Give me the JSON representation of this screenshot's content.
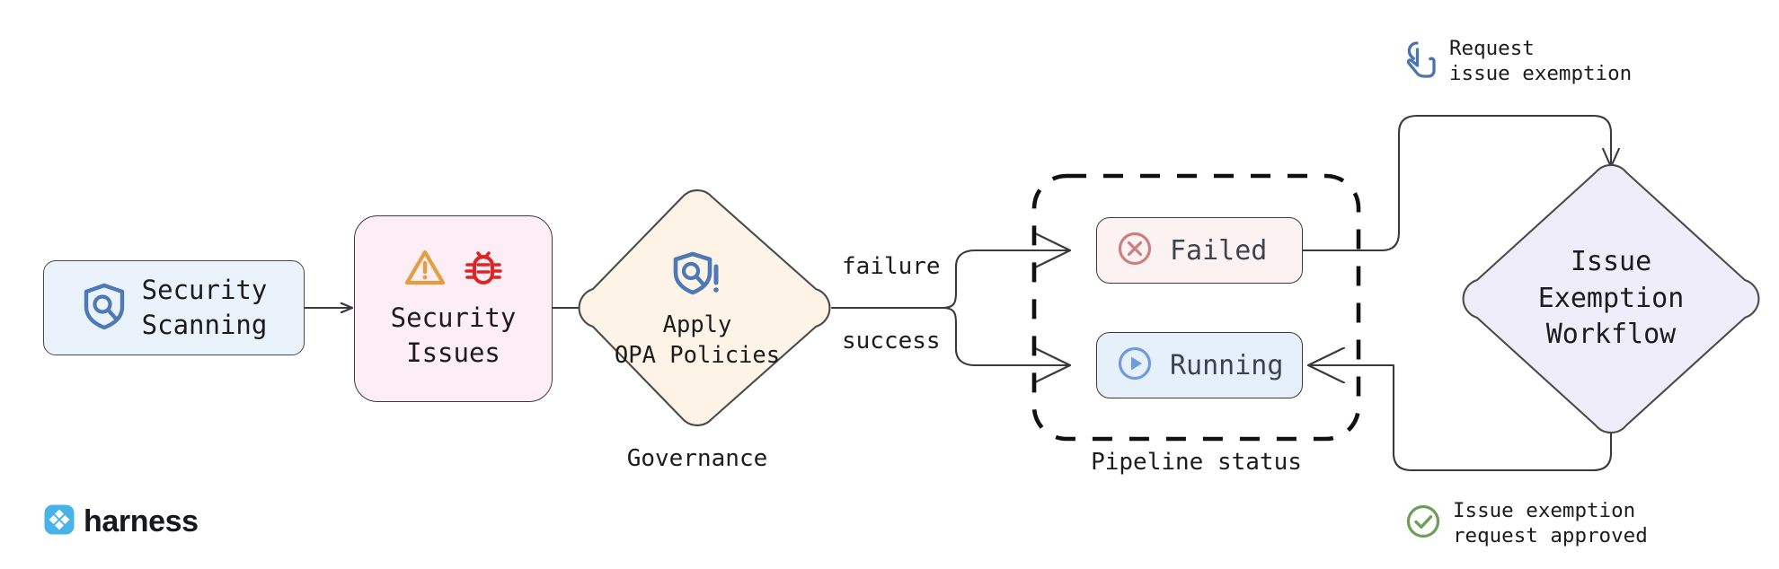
{
  "diagram": {
    "title_alt": "Security scanning governance and issue exemption workflow",
    "background": "#ffffff"
  },
  "nodes": {
    "security_scanning": {
      "label": "Security\nScanning",
      "icon": "shield-search-icon",
      "fill": "#eaf3fb",
      "stroke": "#4a4a4a",
      "shape": "rounded-rect"
    },
    "security_issues": {
      "label": "Security\nIssues",
      "icons": [
        "warning-triangle-icon",
        "bug-icon"
      ],
      "fill": "#fdeef5",
      "stroke": "#3b3b3b",
      "shape": "rounded-rect"
    },
    "apply_opa": {
      "label": "Apply\nOPA Policies",
      "icon": "shield-search-alert-icon",
      "fill": "#fdf3e7",
      "stroke": "#4a4a4a",
      "shape": "diamond",
      "caption": "Governance"
    },
    "pipeline_group": {
      "caption": "Pipeline status",
      "border": "dashed",
      "stroke": "#111111"
    },
    "failed": {
      "label": "Failed",
      "icon": "circle-x-icon",
      "icon_color": "#cb7f7f",
      "fill": "#fdf2f2",
      "stroke": "#3b3b3b"
    },
    "running": {
      "label": "Running",
      "icon": "circle-play-icon",
      "icon_color": "#6e9ade",
      "fill": "#e6f0fb",
      "stroke": "#3b3b3b"
    },
    "issue_exemption_workflow": {
      "label": "Issue\nExemption\nWorkflow",
      "fill": "#f0edfb",
      "stroke": "#4a4a4a",
      "shape": "diamond"
    }
  },
  "edge_labels": {
    "failure": "failure",
    "success": "success"
  },
  "annotations": {
    "request": {
      "text": "Request\nissue exemption",
      "icon": "hand-click-icon",
      "icon_color": "#4a74ad"
    },
    "approved": {
      "text": "Issue exemption\nrequest approved",
      "icon": "circle-check-icon",
      "icon_color": "#6f9e56"
    }
  },
  "branding": {
    "logo_icon": "harness-logo-icon",
    "logo_text": "harness",
    "logo_color": "#47b3e8"
  }
}
